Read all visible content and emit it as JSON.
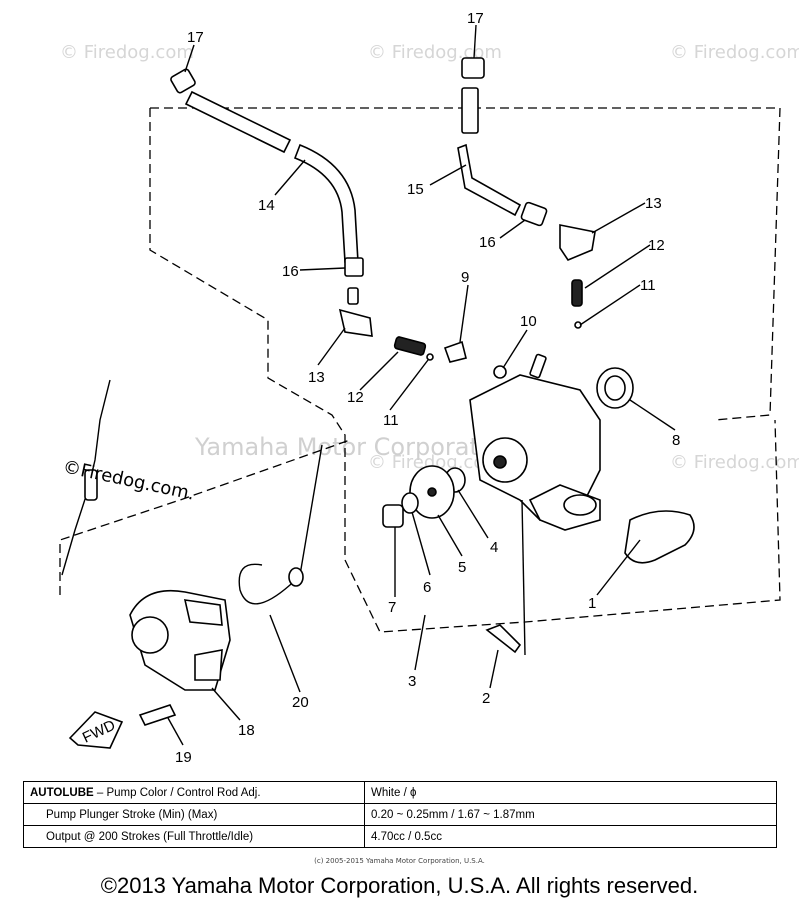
{
  "watermarks": {
    "firedog": "© Firedog.com",
    "firedog_text": "©Firedog.com.",
    "yamaha": "Yamaha Motor Corporation"
  },
  "callouts": {
    "p1": "1",
    "p2": "2",
    "p3": "3",
    "p4": "4",
    "p5": "5",
    "p6": "6",
    "p7": "7",
    "p8": "8",
    "p9": "9",
    "p10": "10",
    "p11a": "11",
    "p11b": "11",
    "p12a": "12",
    "p12b": "12",
    "p13a": "13",
    "p13b": "13",
    "p14": "14",
    "p15": "15",
    "p16a": "16",
    "p16b": "16",
    "p17a": "17",
    "p17b": "17",
    "p18": "18",
    "p19": "19",
    "p20": "20",
    "fwd": "FWD"
  },
  "spec_table": {
    "rows": [
      {
        "label_bold": "AUTOLUBE",
        "label_rest": " – Pump Color / Control Rod Adj.",
        "value": "White / ϕ"
      },
      {
        "label_bold": "",
        "label_rest": "Pump Plunger Stroke (Min) (Max)",
        "value": "0.20 ~ 0.25mm / 1.67 ~ 1.87mm"
      },
      {
        "label_bold": "",
        "label_rest": "Output @ 200 Strokes (Full Throttle/Idle)",
        "value": "4.70cc / 0.5cc"
      }
    ]
  },
  "footer": {
    "small_copyright": "(c) 2005-2015 Yamaha Motor Corporation, U.S.A.",
    "copyright": "©2013 Yamaha Motor Corporation, U.S.A. All rights reserved."
  }
}
